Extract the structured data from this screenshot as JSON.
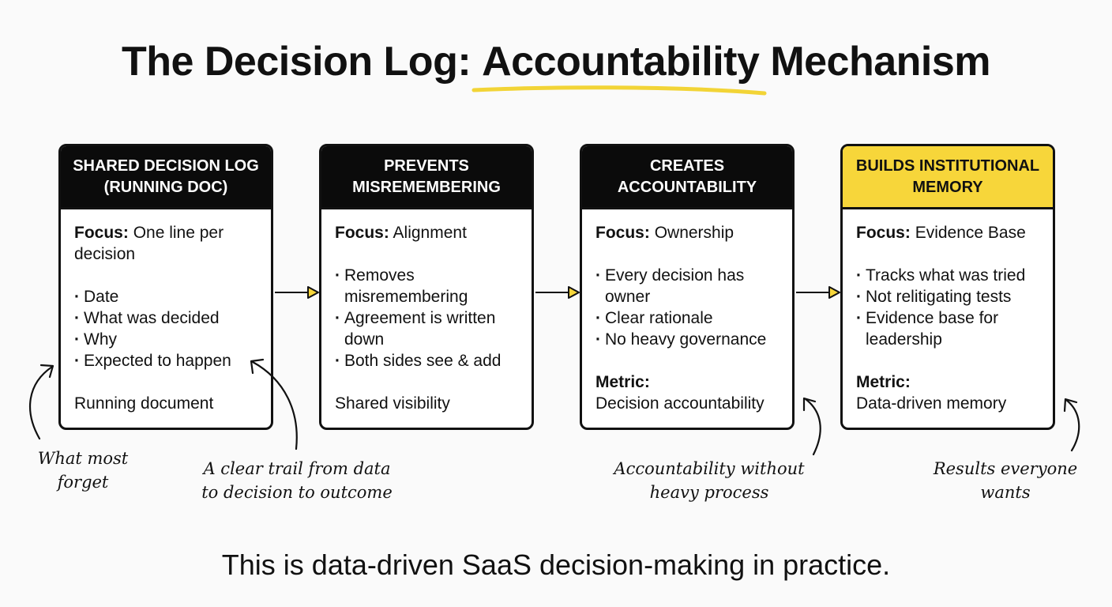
{
  "title": {
    "before": "The Decision Log: ",
    "highlight": "Accountability",
    "after": " Mechanism"
  },
  "accent_color": "#f7d63a",
  "cards": [
    {
      "head_line1": "SHARED DECISION LOG",
      "head_line2": "(RUNNING DOC)",
      "focus_label": "Focus:",
      "focus_value": "One line per decision",
      "bullets": [
        "Date",
        "What was decided",
        "Why",
        "Expected to happen"
      ],
      "footer": "Running document"
    },
    {
      "head_line1": "PREVENTS",
      "head_line2": "MISREMEMBERING",
      "focus_label": "Focus:",
      "focus_value": "Alignment",
      "bullets": [
        "Removes misremembering",
        "Agreement is written down",
        "Both sides see & add"
      ],
      "footer": "Shared visibility"
    },
    {
      "head_line1": "CREATES",
      "head_line2": "ACCOUNTABILITY",
      "focus_label": "Focus:",
      "focus_value": "Ownership",
      "bullets": [
        "Every decision has owner",
        "Clear rationale",
        "No heavy governance"
      ],
      "metric_label": "Metric:",
      "metric_value": "Decision accountability"
    },
    {
      "head_line1": "BUILDS INSTITUTIONAL",
      "head_line2": "MEMORY",
      "focus_label": "Focus:",
      "focus_value": "Evidence Base",
      "bullets": [
        "Tracks what was tried",
        "Not relitigating tests",
        "Evidence base for leadership"
      ],
      "metric_label": "Metric:",
      "metric_value": "Data-driven memory"
    }
  ],
  "annotations": {
    "what_most_forget": [
      "What most",
      "forget"
    ],
    "clear_trail": [
      "A clear trail from data",
      "to decision to outcome"
    ],
    "without_process": [
      "Accountability without",
      "heavy process"
    ],
    "results": [
      "Results everyone",
      "wants"
    ]
  },
  "bottom_line": "This is data-driven SaaS decision-making in practice."
}
